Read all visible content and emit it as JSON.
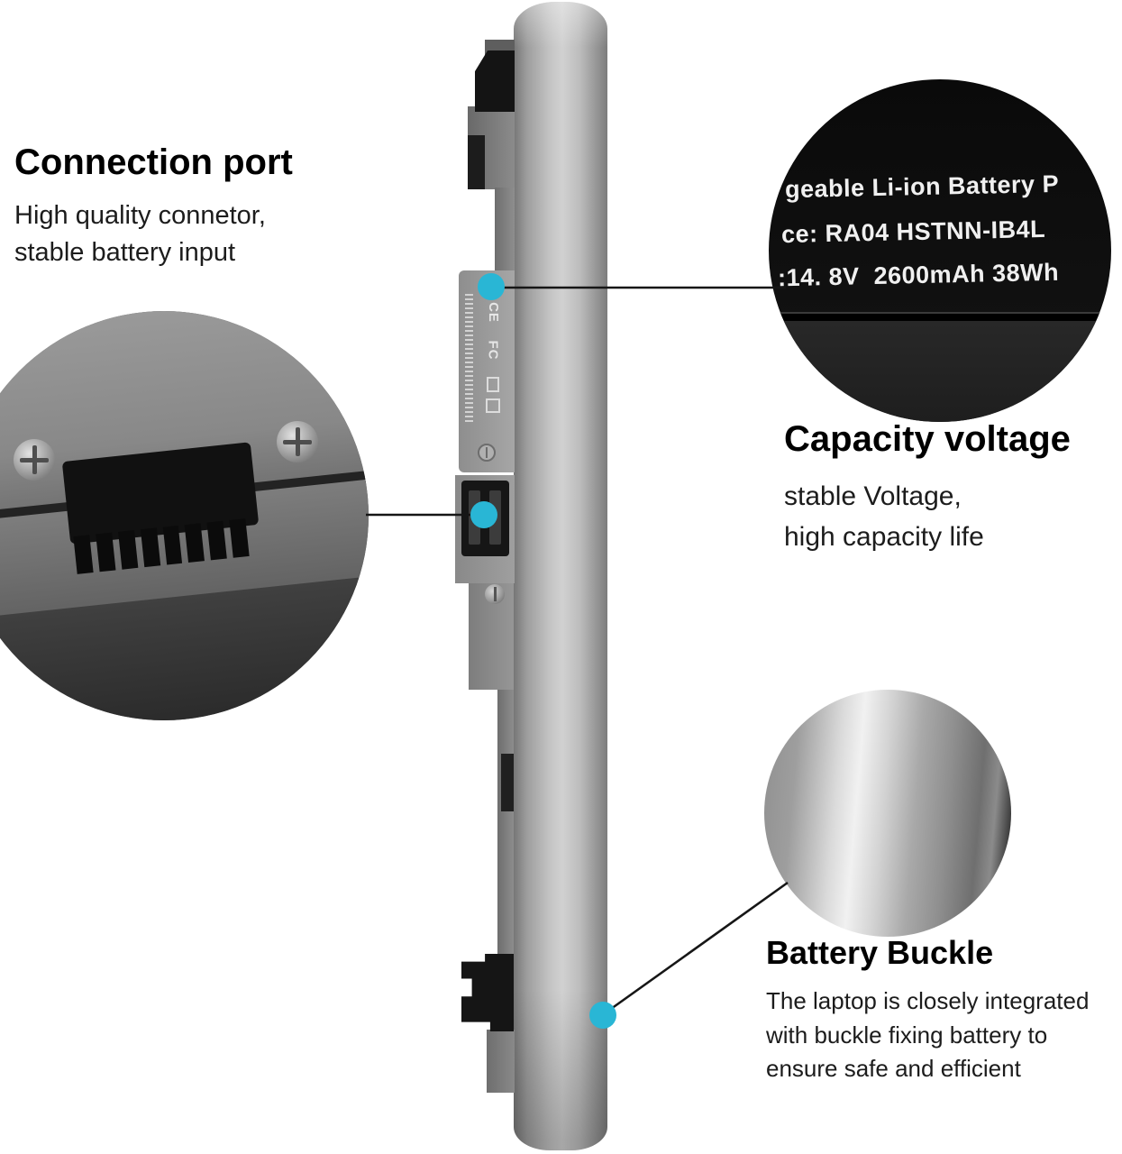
{
  "accent": {
    "dot_color": "#29b6d5"
  },
  "annotations": {
    "connection_port": {
      "title": "Connection port",
      "line1": "High quality connetor,",
      "line2": "stable battery input"
    },
    "capacity_voltage": {
      "title": "Capacity voltage",
      "line1": "stable Voltage,",
      "line2": "high capacity life"
    },
    "battery_buckle": {
      "title": "Battery Buckle",
      "line1": "The laptop is closely integrated",
      "line2": "with buckle fixing battery to",
      "line3": "ensure safe and efficient"
    }
  },
  "label_closeup": {
    "line1": "geable Li-ion Battery P",
    "line2": "ce: RA04 HSTNN-IB4L",
    "line3": ":14. 8V  2600mAh 38Wh"
  },
  "battery_label": {
    "ce_mark": "CE",
    "fcc_mark": "FC"
  }
}
